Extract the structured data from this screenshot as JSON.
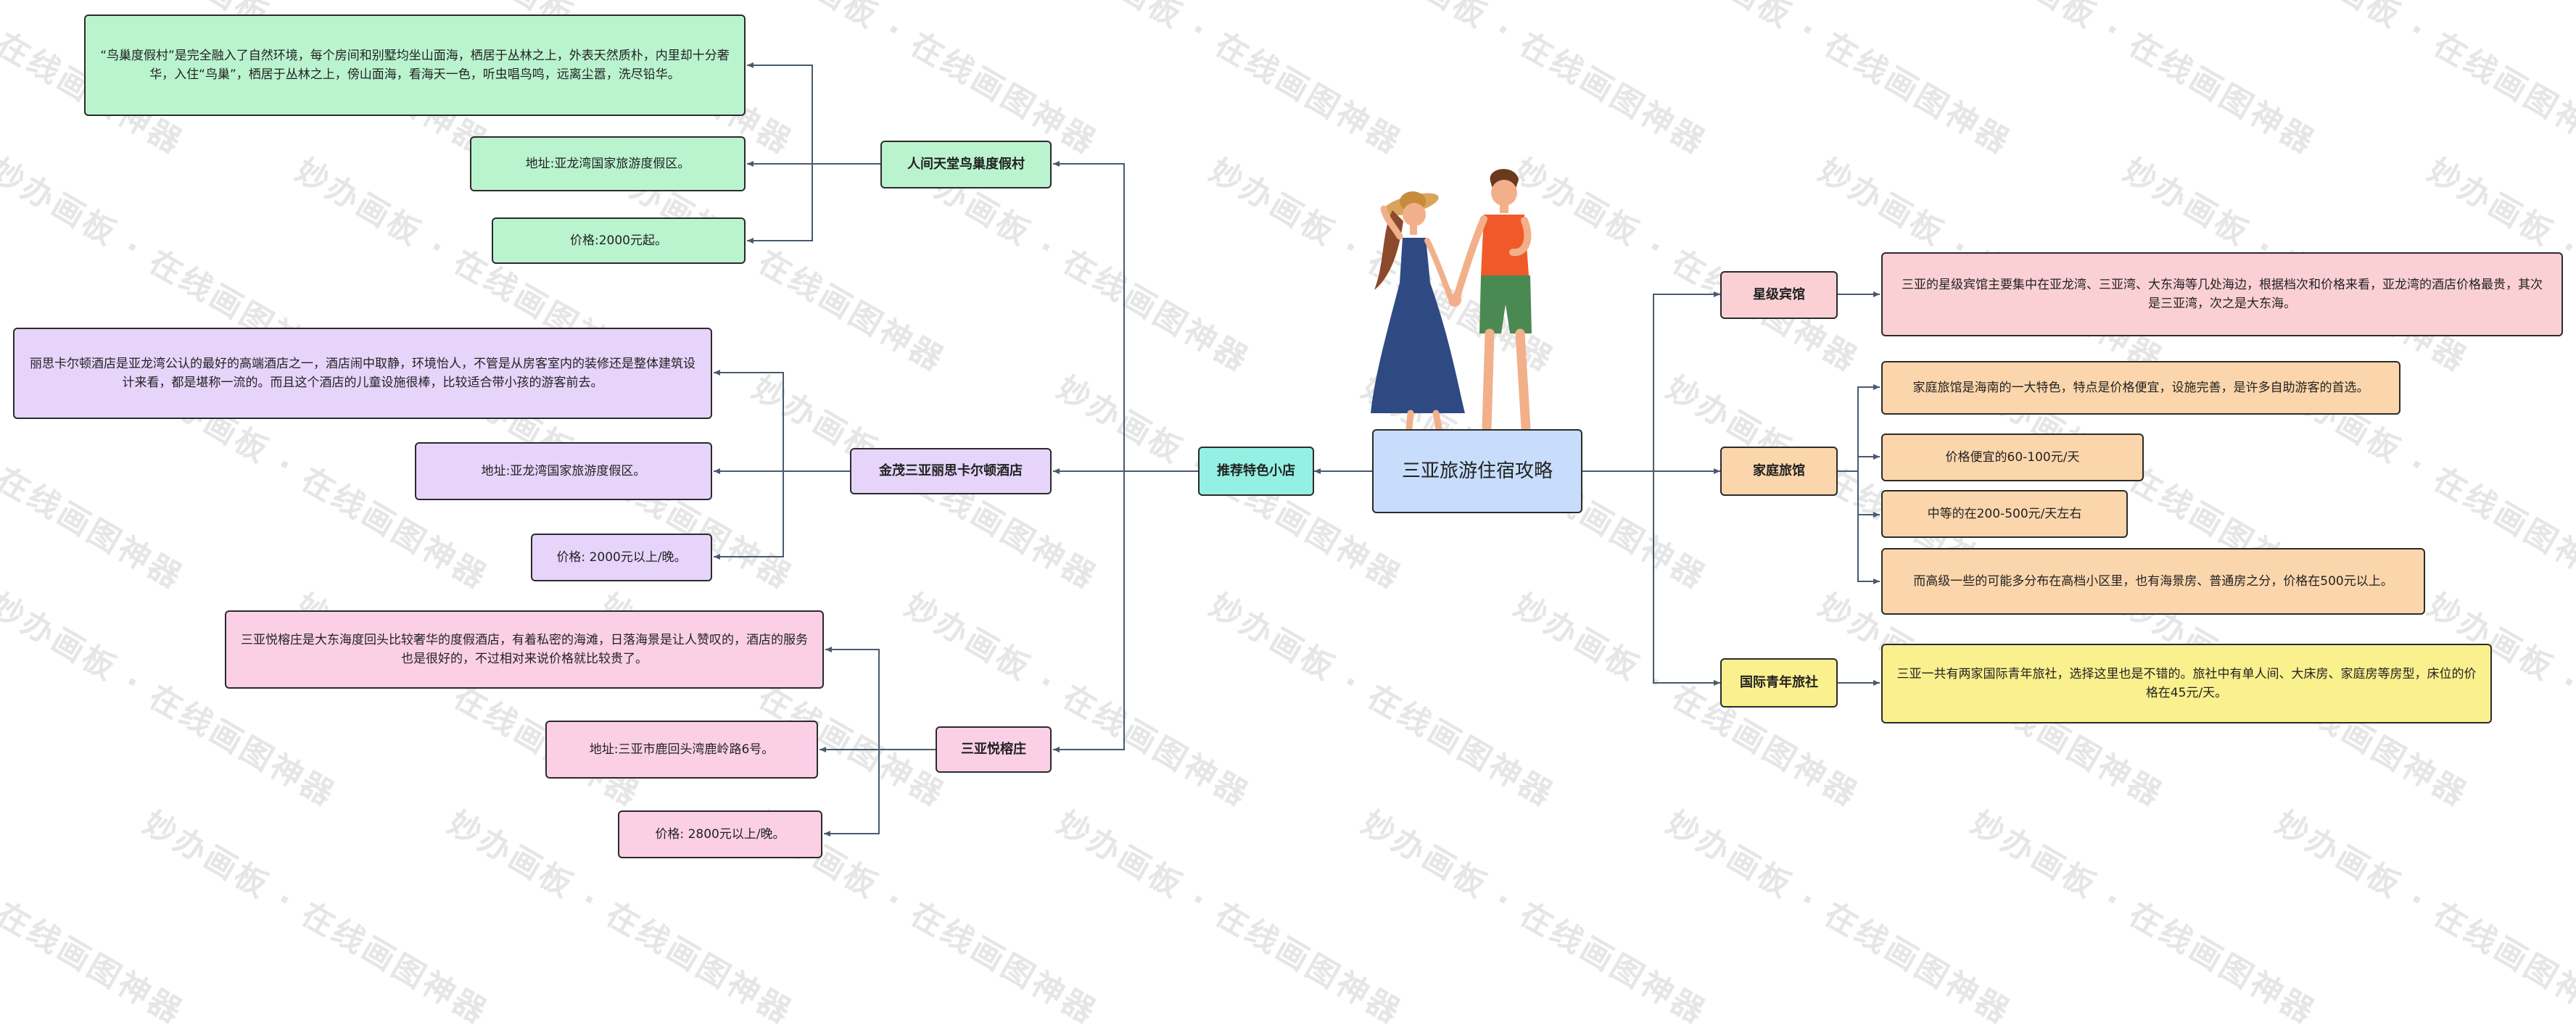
{
  "watermark": "妙办画板 · 在线画图神器",
  "root": {
    "label": "三亚旅游住宿攻略"
  },
  "left_branch": {
    "label": "推荐特色小店",
    "hotels": [
      {
        "name": "人间天堂鸟巢度假村",
        "description": "“鸟巢度假村”是完全融入了自然环境，每个房间和别墅均坐山面海，栖居于丛林之上，外表天然质朴，内里却十分奢华，入住“鸟巢”，栖居于丛林之上，傍山面海，看海天一色，听虫唱鸟鸣，远离尘嚣，洗尽铅华。",
        "address": "地址:亚龙湾国家旅游度假区。",
        "price": "价格:2000元起。"
      },
      {
        "name": "金茂三亚丽思卡尔顿酒店",
        "description": "丽思卡尔顿酒店是亚龙湾公认的最好的高端酒店之一，酒店闹中取静，环境怡人，不管是从房客室内的装修还是整体建筑设计来看，都是堪称一流的。而且这个酒店的儿童设施很棒，比较适合带小孩的游客前去。",
        "address": "地址:亚龙湾国家旅游度假区。",
        "price": "价格: 2000元以上/晚。"
      },
      {
        "name": "三亚悦榕庄",
        "description": "三亚悦榕庄是大东海度回头比较奢华的度假酒店，有着私密的海滩，日落海景是让人赞叹的，酒店的服务也是很好的，不过相对来说价格就比较贵了。",
        "address": "地址:三亚市鹿回头湾鹿岭路6号。",
        "price": "价格: 2800元以上/晚。"
      }
    ]
  },
  "right_branches": [
    {
      "label": "星级宾馆",
      "items": [
        "三亚的星级宾馆主要集中在亚龙湾、三亚湾、大东海等几处海边，根据档次和价格来看，亚龙湾的酒店价格最贵，其次是三亚湾，次之是大东海。"
      ]
    },
    {
      "label": "家庭旅馆",
      "items": [
        "家庭旅馆是海南的一大特色，特点是价格便宜，设施完善，是许多自助游客的首选。",
        "价格便宜的60-100元/天",
        "中等的在200-500元/天左右",
        "而高级一些的可能多分布在高档小区里，也有海景房、普通房之分，价格在500元以上。"
      ]
    },
    {
      "label": "国际青年旅社",
      "items": [
        "三亚一共有两家国际青年旅社，选择这里也是不错的。旅社中有单人间、大床房、家庭房等房型，床位的价格在45元/天。"
      ]
    }
  ],
  "colors": {
    "line": "#4a5a6e",
    "green": "#baf4cf",
    "purple": "#e6d4fb",
    "pink": "#fbd0e6",
    "red": "#fbd0d5",
    "orange": "#fbd6ac",
    "yellow": "#fbf08e",
    "teal": "#93f0e3",
    "blue": "#c7ddfb"
  },
  "illustration_icon": "couple-holding-hands-illustration"
}
